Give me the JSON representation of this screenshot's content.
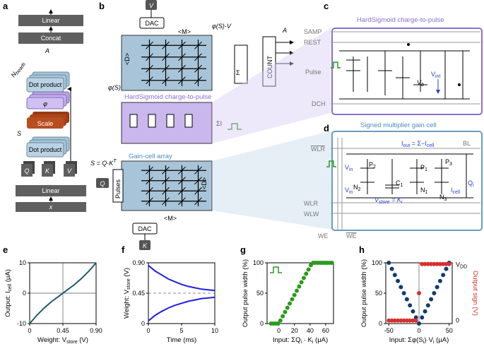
{
  "panel_labels": {
    "a": "a",
    "b": "b",
    "c": "c",
    "d": "d",
    "e": "e",
    "f": "f",
    "g": "g",
    "h": "h"
  },
  "panel_a": {
    "linear_top": "Linear",
    "concat": "Concat",
    "A": "A",
    "N_heads": "N",
    "heads_sub": "heads",
    "dot_product_top": "Dot product",
    "phi": "φ",
    "scale": "Scale",
    "S": "S",
    "dot_product_bottom": "Dot product",
    "Q": "Q",
    "K": "K",
    "V": "V",
    "linear_bottom": "Linear",
    "x": "x"
  },
  "panel_b": {
    "V": "V",
    "DAC_top": "DAC",
    "M_top": "<M>",
    "D_left": "<D>",
    "phiS_V": "φ(S)·V",
    "A": "A",
    "sum": "Σ",
    "count": "COUNT",
    "phiS": "φ(S)",
    "hs_label": "HardSigmoid charge-to-pulse",
    "sum_I": "ΣI",
    "S_eq": "S = Q·K",
    "S_eq_sup": "T",
    "gain_label": "Gain-cell array",
    "Q": "Q",
    "pulses": "Pulses",
    "D_right": "<D>",
    "M_bottom": "<M>",
    "DAC_bottom": "DAC",
    "K": "K"
  },
  "panel_c": {
    "title": "HardSigmoid charge-to-pulse",
    "SAMP": "SAMP",
    "REST": "REST",
    "Pulse": "Pulse",
    "DCH": "DCH",
    "Vint": "V",
    "Vint_sub": "int",
    "Vb": "V",
    "Vb_sub": "b"
  },
  "panel_d": {
    "title": "Signed multiplier gain cell",
    "WLR_bar": "WLR",
    "BL": "BL",
    "Iout_eq": "I",
    "Iout_sub": "out",
    "Iout_rest": " = Σ−I",
    "Icell_sub": "cell",
    "Vin1": "V",
    "Vin_sub": "in",
    "Vin2": "V",
    "P2": "P",
    "P2_sub": "2",
    "P1": "P",
    "P1_sub": "1",
    "P3": "P",
    "P3_sub": "3",
    "N2": "N",
    "N2_sub": "2",
    "N1": "N",
    "N1_sub": "1",
    "N3": "N",
    "N3_sub": "3",
    "C1": "C",
    "C1_sub": "1",
    "Vstore": "V",
    "Vstore_sub": "store",
    "Vstore_rest": " = K",
    "Ki_sub": "i",
    "Icell": "I",
    "Icell2_sub": "cell",
    "QiKi": "Q",
    "WLR": "WLR",
    "WLW": "WLW",
    "WE": "WE",
    "WE_bar": "WE"
  },
  "chart_data": [
    {
      "panel": "e",
      "type": "line",
      "ylabel": "Output: I",
      "ylabel_sub": "cell",
      "ylabel_unit": " (μA)",
      "xlabel": "Weight: V",
      "xlabel_sub": "store",
      "xlabel_unit": " (V)",
      "xticks": [
        "0",
        "0.45",
        "0.90"
      ],
      "yticks": [
        "-10",
        "0",
        "10"
      ],
      "xlim": [
        0,
        0.9
      ],
      "ylim": [
        -10,
        10
      ],
      "color": "#1b5a6e",
      "series": [
        {
          "x": [
            0,
            0.1,
            0.2,
            0.3,
            0.4,
            0.45,
            0.5,
            0.6,
            0.7,
            0.8,
            0.9
          ],
          "y": [
            -10,
            -7.2,
            -4.8,
            -2.7,
            -0.9,
            0,
            0.9,
            2.7,
            4.8,
            7.2,
            10
          ]
        }
      ]
    },
    {
      "panel": "f",
      "type": "line",
      "ylabel": "Weight: V",
      "ylabel_sub": "store",
      "ylabel_unit": " (V)",
      "xlabel": "Time (ms)",
      "xticks": [
        "0",
        "5",
        "10"
      ],
      "yticks": [
        "0",
        "0.45",
        "0.90"
      ],
      "xlim": [
        0,
        10
      ],
      "ylim": [
        0,
        0.9
      ],
      "color": "#1e1ee6",
      "ref_line": 0.45,
      "series": [
        {
          "x": [
            0,
            1,
            2,
            3,
            4,
            5,
            6,
            7,
            8,
            9,
            10
          ],
          "y": [
            0.86,
            0.78,
            0.72,
            0.66,
            0.62,
            0.58,
            0.55,
            0.53,
            0.51,
            0.5,
            0.49
          ]
        },
        {
          "x": [
            0,
            1,
            2,
            3,
            4,
            5,
            6,
            7,
            8,
            9,
            10
          ],
          "y": [
            0.04,
            0.12,
            0.18,
            0.23,
            0.27,
            0.3,
            0.33,
            0.35,
            0.37,
            0.38,
            0.39
          ]
        }
      ]
    },
    {
      "panel": "g",
      "type": "scatter",
      "ylabel": "Output pulse width (%)",
      "xlabel": "Input: ΣQ",
      "xlabel_sub1": "i",
      "xlabel_mid": " · K",
      "xlabel_sub2": "i",
      "xlabel_unit": " (μA)",
      "xticks": [
        "0",
        "20",
        "40",
        "60"
      ],
      "yticks": [
        "0",
        "50",
        "100"
      ],
      "xlim": [
        -15,
        70
      ],
      "ylim": [
        0,
        100
      ],
      "color": "#2c9a1e",
      "series": [
        {
          "x": [
            -10,
            -7,
            -4,
            -1,
            2,
            5,
            8,
            11,
            14,
            17,
            20,
            23,
            26,
            29,
            32,
            35,
            38,
            41,
            44,
            47,
            50,
            53,
            56,
            59,
            62,
            65,
            68
          ],
          "y": [
            0,
            0,
            0,
            0,
            5,
            12,
            19,
            26,
            33,
            40,
            47,
            54,
            61,
            68,
            75,
            82,
            89,
            96,
            100,
            100,
            100,
            100,
            100,
            100,
            100,
            100,
            100
          ]
        }
      ]
    },
    {
      "panel": "h",
      "type": "scatter",
      "ylabel": "Output pulse width (%)",
      "ylabel_right": "Output sign (V)",
      "xlabel": "Input: Σφ(S",
      "xlabel_sub1": "i",
      "xlabel_mid": ")·V",
      "xlabel_sub2": "i",
      "xlabel_unit": " (μA)",
      "xticks": [
        "-50",
        "0",
        "50"
      ],
      "yticks": [
        "0",
        "50",
        "100"
      ],
      "yticks_right": [
        "V",
        "0"
      ],
      "vdd_sub": "DD",
      "xlim": [
        -55,
        55
      ],
      "ylim": [
        0,
        100
      ],
      "series": [
        {
          "name": "width",
          "color": "#123c6e",
          "x": [
            -50,
            -45,
            -40,
            -35,
            -30,
            -25,
            -20,
            -15,
            -10,
            -5,
            0,
            5,
            10,
            15,
            20,
            25,
            30,
            35,
            40,
            45,
            50
          ],
          "y": [
            100,
            90,
            80,
            70,
            60,
            50,
            40,
            30,
            20,
            10,
            0,
            10,
            20,
            30,
            40,
            50,
            60,
            70,
            80,
            90,
            100
          ]
        },
        {
          "name": "sign",
          "color": "#d83030",
          "x": [
            -50,
            -45,
            -40,
            -35,
            -30,
            -25,
            -20,
            -15,
            -10,
            -5,
            0,
            5,
            10,
            15,
            20,
            25,
            30,
            35,
            40,
            45,
            50
          ],
          "y": [
            5,
            5,
            5,
            5,
            5,
            5,
            5,
            5,
            5,
            5,
            50,
            98,
            98,
            98,
            98,
            98,
            98,
            98,
            98,
            98,
            98
          ]
        }
      ]
    }
  ]
}
